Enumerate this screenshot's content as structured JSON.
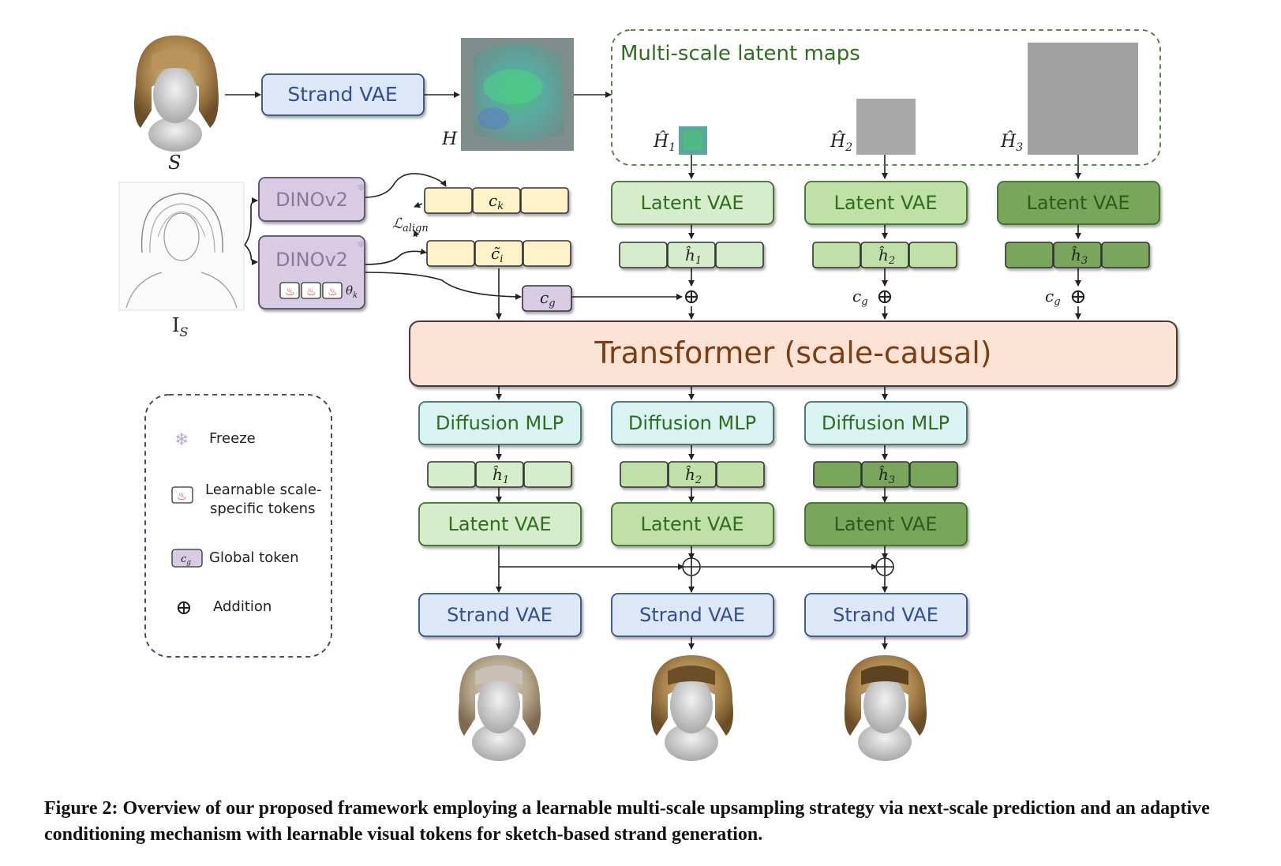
{
  "labels": {
    "strand_vae": "Strand VAE",
    "latent_vae": "Latent VAE",
    "diffusion_mlp": "Diffusion MLP",
    "dinov2": "DINOv2",
    "transformer": "Transformer (scale-causal)",
    "multiscale_title": "Multi-scale latent maps"
  },
  "symbols": {
    "S": "S",
    "Is": "I",
    "Is_sub": "S",
    "H": "H",
    "H_hat": "Ĥ",
    "h_hat": "ĥ",
    "ck": "c",
    "ck_sub": "k",
    "ci": "c̃",
    "ci_sub": "i",
    "cg": "c",
    "cg_sub": "g",
    "theta": "θ",
    "theta_sub": "k",
    "L": "ℒ",
    "L_sub": "align",
    "plus": "⊕",
    "sub1": "1",
    "sub2": "2",
    "sub3": "3"
  },
  "legend": {
    "freeze": "Freeze",
    "learnable_line1": "Learnable scale-",
    "learnable_line2": "specific tokens",
    "global": "Global token",
    "addition": "Addition"
  },
  "caption": "Figure 2: Overview of our proposed framework employing a learnable multi-scale upsampling strategy via next-scale prediction and an adaptive conditioning mechanism with learnable visual tokens for sketch-based strand generation.",
  "colors": {
    "strand_fill": "#dde7f7",
    "latent1": "#d6edcb",
    "latent2": "#bfe0a6",
    "latent3": "#7aa65c",
    "diffusion": "#d9f3f3",
    "dino": "#d8cbe3",
    "token": "#fff2c8",
    "transformer": "#fde3d6",
    "text_green": "#2e6e1e",
    "text_blue": "#2f4f8f",
    "text_dino": "#8a7a9a",
    "text_transformer": "#7a3e12"
  }
}
